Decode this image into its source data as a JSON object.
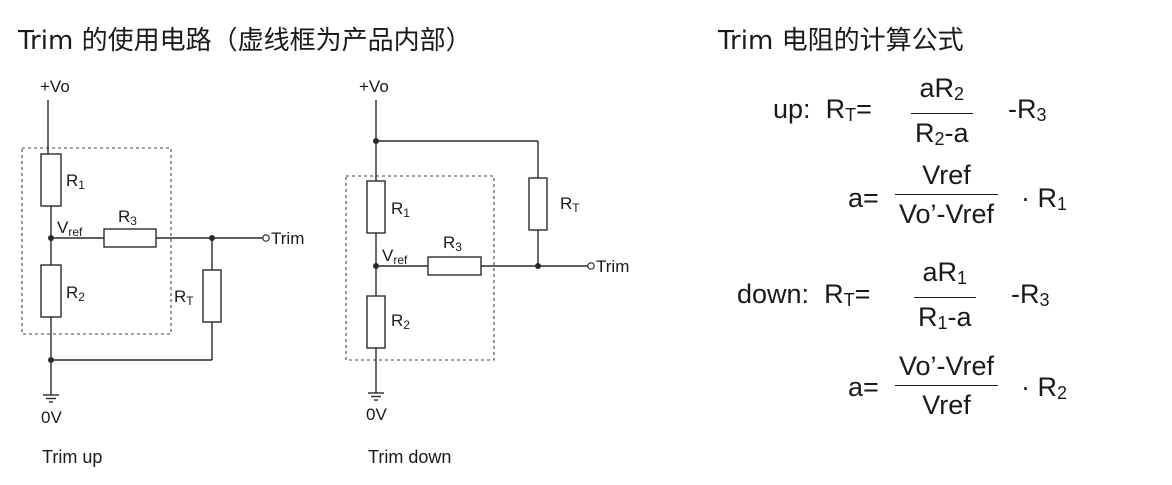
{
  "titles": {
    "circuit": "Trim 的使用电路（虚线框为产品内部）",
    "formula": "Trim 电阻的计算公式"
  },
  "circuit_labels": {
    "vo": "+Vo",
    "zero_v": "0V",
    "trim": "Trim",
    "r": "R",
    "v": "V",
    "ref_sub": "ref",
    "sub1": "1",
    "sub2": "2",
    "sub3": "3",
    "subT": "T"
  },
  "captions": {
    "trim_up": "Trim up",
    "trim_down": "Trim down"
  },
  "formulas": {
    "up_prefix": "up:",
    "down_prefix": "down:",
    "rt": "R",
    "rt_sub": "T",
    "eq": "=",
    "up_num_a": "aR",
    "up_num_sub": "2",
    "up_den_r": "R",
    "up_den_sub": "2",
    "up_den_tail": "-a",
    "up_tail": "-R",
    "up_tail_sub": "3",
    "a_label": "a=",
    "a1_num": "Vref",
    "a1_den": "Vo’-Vref",
    "a1_tail": "· R",
    "a1_tail_sub": "1",
    "down_num_a": "aR",
    "down_num_sub": "1",
    "down_den_r": "R",
    "down_den_sub": "1",
    "down_den_tail": "-a",
    "down_tail": "-R",
    "down_tail_sub": "3",
    "a2_num": "Vo’-Vref",
    "a2_den": "Vref",
    "a2_tail": "· R",
    "a2_tail_sub": "2"
  }
}
